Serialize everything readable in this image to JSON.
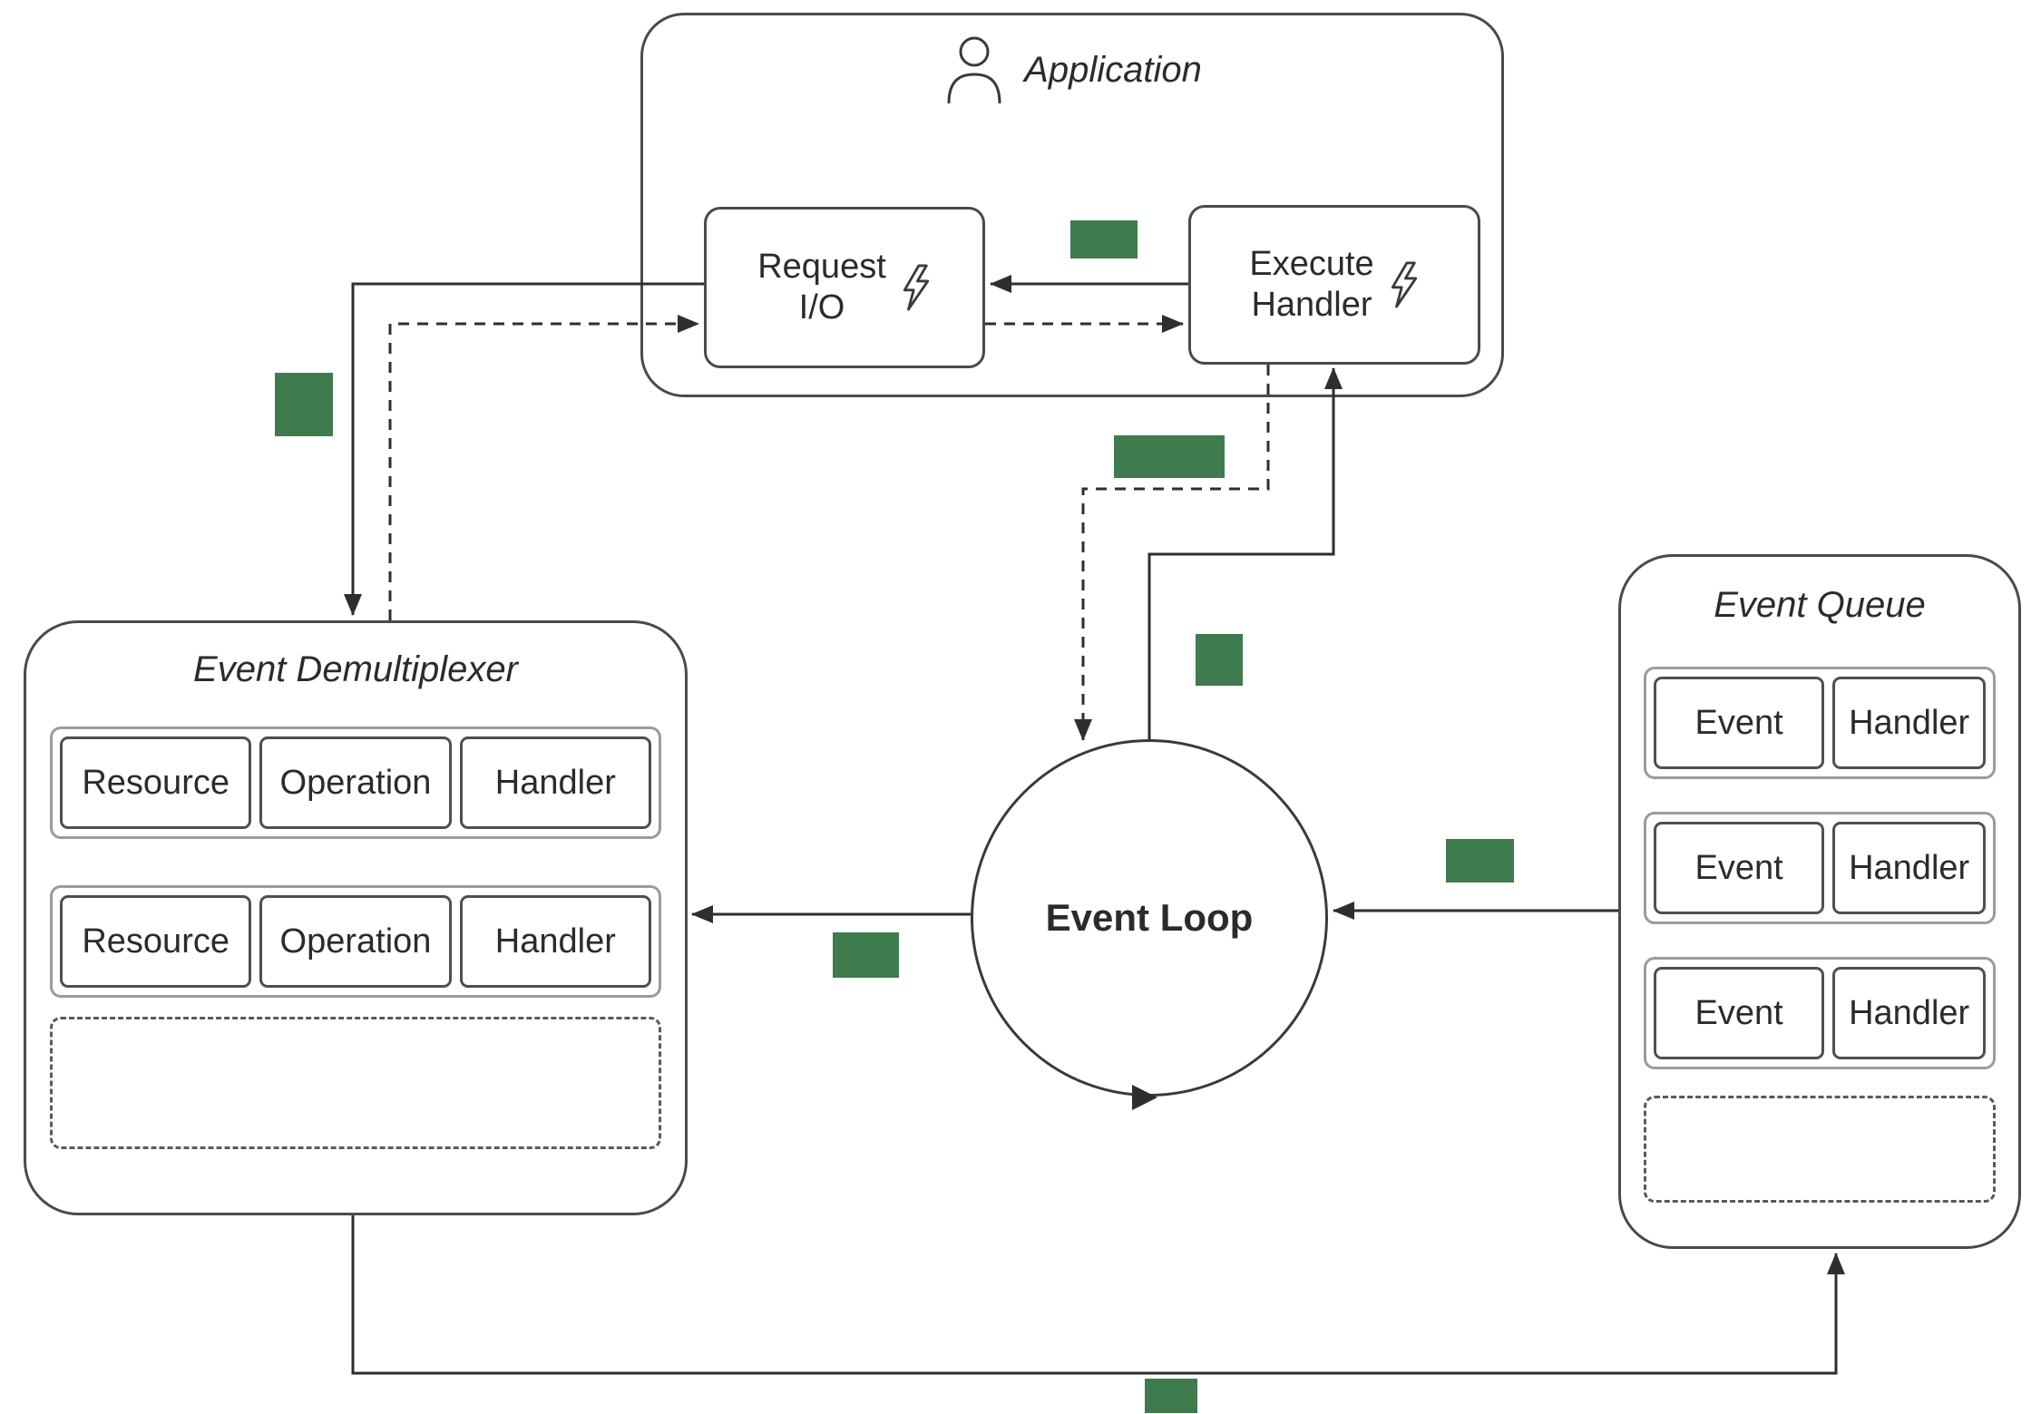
{
  "application": {
    "title": "Application",
    "request_io": {
      "line1": "Request",
      "line2": "I/O"
    },
    "execute_handler": {
      "line1": "Execute",
      "line2": "Handler"
    }
  },
  "event_demultiplexer": {
    "title": "Event Demultiplexer",
    "rows": [
      [
        "Resource",
        "Operation",
        "Handler"
      ],
      [
        "Resource",
        "Operation",
        "Handler"
      ]
    ]
  },
  "event_loop": {
    "label": "Event Loop"
  },
  "event_queue": {
    "title": "Event Queue",
    "rows": [
      [
        "Event",
        "Handler"
      ],
      [
        "Event",
        "Handler"
      ],
      [
        "Event",
        "Handler"
      ]
    ]
  },
  "step_markers": {
    "count": 7
  },
  "colors": {
    "step_marker": "#3e7b4d",
    "line": "#2e2e2e",
    "row_frame": "#9b9b9b",
    "box_border": "#4a4a4a"
  }
}
